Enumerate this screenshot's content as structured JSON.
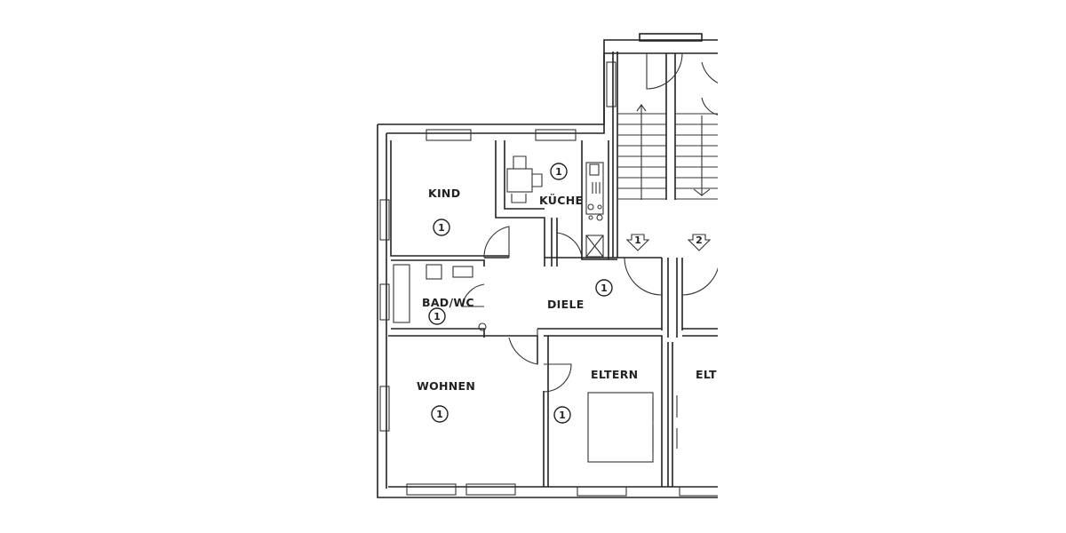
{
  "rooms": [
    {
      "id": "kind",
      "label": "KIND",
      "number": "1"
    },
    {
      "id": "kueche",
      "label": "KÜCHE",
      "number": "1"
    },
    {
      "id": "bad",
      "label": "BAD/WC",
      "number": "1"
    },
    {
      "id": "diele",
      "label": "DIELE",
      "number": "1"
    },
    {
      "id": "wohnen",
      "label": "WOHNEN",
      "number": "1"
    },
    {
      "id": "eltern",
      "label": "ELTERN",
      "number": "1"
    },
    {
      "id": "eltern2",
      "label": "ELT"
    }
  ],
  "entrances": [
    {
      "number": "1"
    },
    {
      "number": "2"
    }
  ],
  "colors": {
    "line": "#222222",
    "background": "#ffffff"
  }
}
